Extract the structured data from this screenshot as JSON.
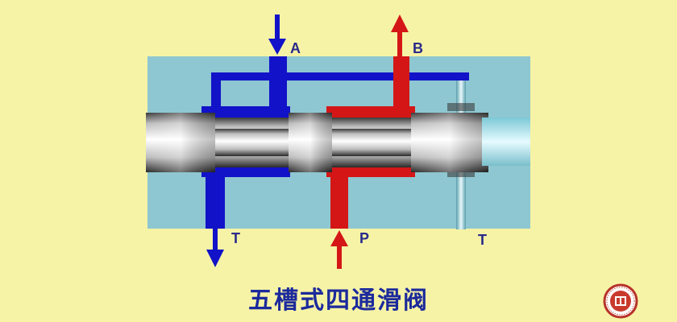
{
  "title": "五槽式四通滑阀",
  "ports": {
    "A": "A",
    "B": "B",
    "P": "P",
    "T_left": "T",
    "T_right": "T"
  },
  "colors": {
    "background": "#f6f3a6",
    "valve_body": "#8ec7d1",
    "return_flow": "#1212c8",
    "pressure_flow": "#d41616",
    "spool": "#cfcfcf",
    "caption": "#1c2a9c"
  },
  "icons": {
    "logo": "university-seal-icon"
  }
}
